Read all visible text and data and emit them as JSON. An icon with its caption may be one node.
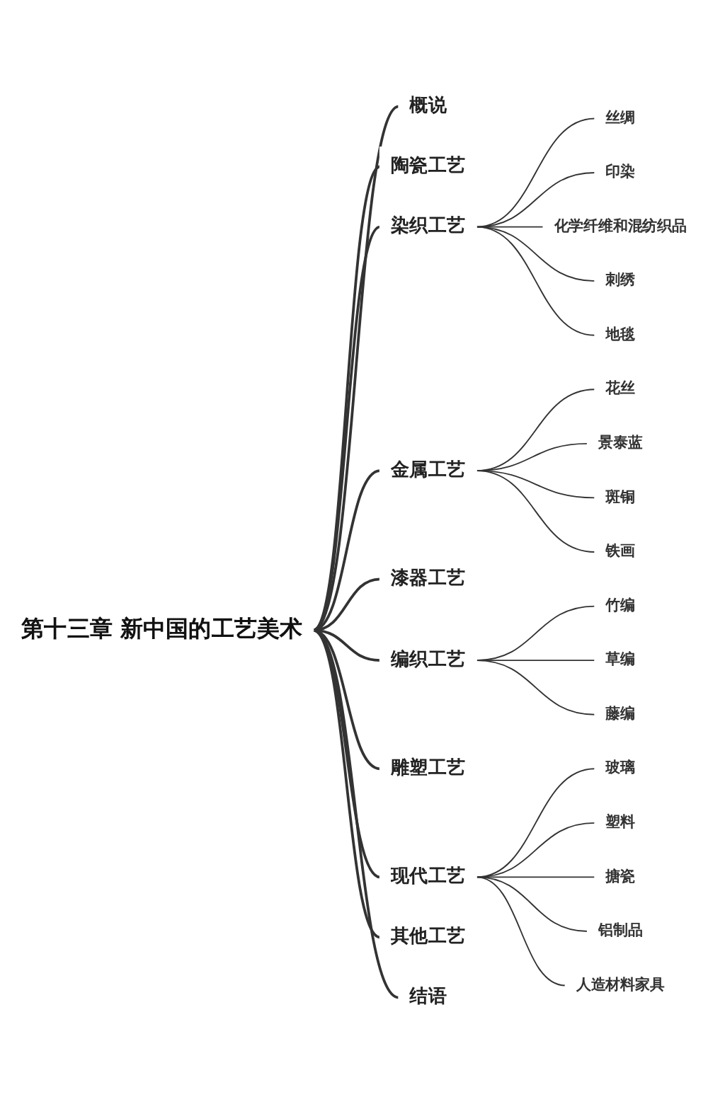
{
  "diagram": {
    "nodes": [
      {
        "text": [
          "第十三章 新中国的工艺美术"
        ]
      },
      {
        "text": [
          "概说"
        ]
      },
      {
        "text": [
          "陶瓷工艺"
        ]
      },
      {
        "text": [
          "染织工艺"
        ]
      },
      {
        "text": [
          "丝绸"
        ]
      },
      {
        "text": [
          "印染"
        ]
      },
      {
        "text": [
          "化学纤维和混纺织品"
        ]
      },
      {
        "text": [
          "刺绣"
        ]
      },
      {
        "text": [
          "地毯"
        ]
      },
      {
        "text": [
          "金属工艺"
        ]
      },
      {
        "text": [
          "花丝"
        ]
      },
      {
        "text": [
          "景泰蓝"
        ]
      },
      {
        "text": [
          "斑铜"
        ]
      },
      {
        "text": [
          "铁画"
        ]
      },
      {
        "text": [
          "漆器工艺"
        ]
      },
      {
        "text": [
          "编织工艺"
        ]
      },
      {
        "text": [
          "竹编"
        ]
      },
      {
        "text": [
          "草编"
        ]
      },
      {
        "text": [
          "藤编"
        ]
      },
      {
        "text": [
          "雕塑工艺"
        ]
      },
      {
        "text": [
          "现代工艺"
        ]
      },
      {
        "text": [
          "玻璃"
        ]
      },
      {
        "text": [
          "塑料"
        ]
      },
      {
        "text": [
          "搪瓷"
        ]
      },
      {
        "text": [
          "铝制品"
        ]
      },
      {
        "text": [
          "人造材料家具"
        ]
      },
      {
        "text": [
          "其他工艺"
        ]
      },
      {
        "text": [
          "结语"
        ]
      }
    ],
    "edges": [
      {
        "from": 0,
        "to": 1,
        "arrow": "none"
      },
      {
        "from": 0,
        "to": 2,
        "arrow": "none"
      },
      {
        "from": 0,
        "to": 3,
        "arrow": "none"
      },
      {
        "from": 3,
        "to": 4,
        "arrow": "none"
      },
      {
        "from": 3,
        "to": 5,
        "arrow": "none"
      },
      {
        "from": 3,
        "to": 6,
        "arrow": "none"
      },
      {
        "from": 3,
        "to": 7,
        "arrow": "none"
      },
      {
        "from": 3,
        "to": 8,
        "arrow": "none"
      },
      {
        "from": 0,
        "to": 9,
        "arrow": "none"
      },
      {
        "from": 9,
        "to": 10,
        "arrow": "none"
      },
      {
        "from": 9,
        "to": 11,
        "arrow": "none"
      },
      {
        "from": 9,
        "to": 12,
        "arrow": "none"
      },
      {
        "from": 9,
        "to": 13,
        "arrow": "none"
      },
      {
        "from": 0,
        "to": 14,
        "arrow": "none"
      },
      {
        "from": 0,
        "to": 15,
        "arrow": "none"
      },
      {
        "from": 15,
        "to": 16,
        "arrow": "none"
      },
      {
        "from": 15,
        "to": 17,
        "arrow": "none"
      },
      {
        "from": 15,
        "to": 18,
        "arrow": "none"
      },
      {
        "from": 0,
        "to": 19,
        "arrow": "none"
      },
      {
        "from": 0,
        "to": 20,
        "arrow": "none"
      },
      {
        "from": 20,
        "to": 21,
        "arrow": "none"
      },
      {
        "from": 20,
        "to": 22,
        "arrow": "none"
      },
      {
        "from": 20,
        "to": 23,
        "arrow": "none"
      },
      {
        "from": 20,
        "to": 24,
        "arrow": "none"
      },
      {
        "from": 20,
        "to": 25,
        "arrow": "none"
      },
      {
        "from": 0,
        "to": 26,
        "arrow": "none"
      },
      {
        "from": 0,
        "to": 27,
        "arrow": "none"
      }
    ]
  }
}
